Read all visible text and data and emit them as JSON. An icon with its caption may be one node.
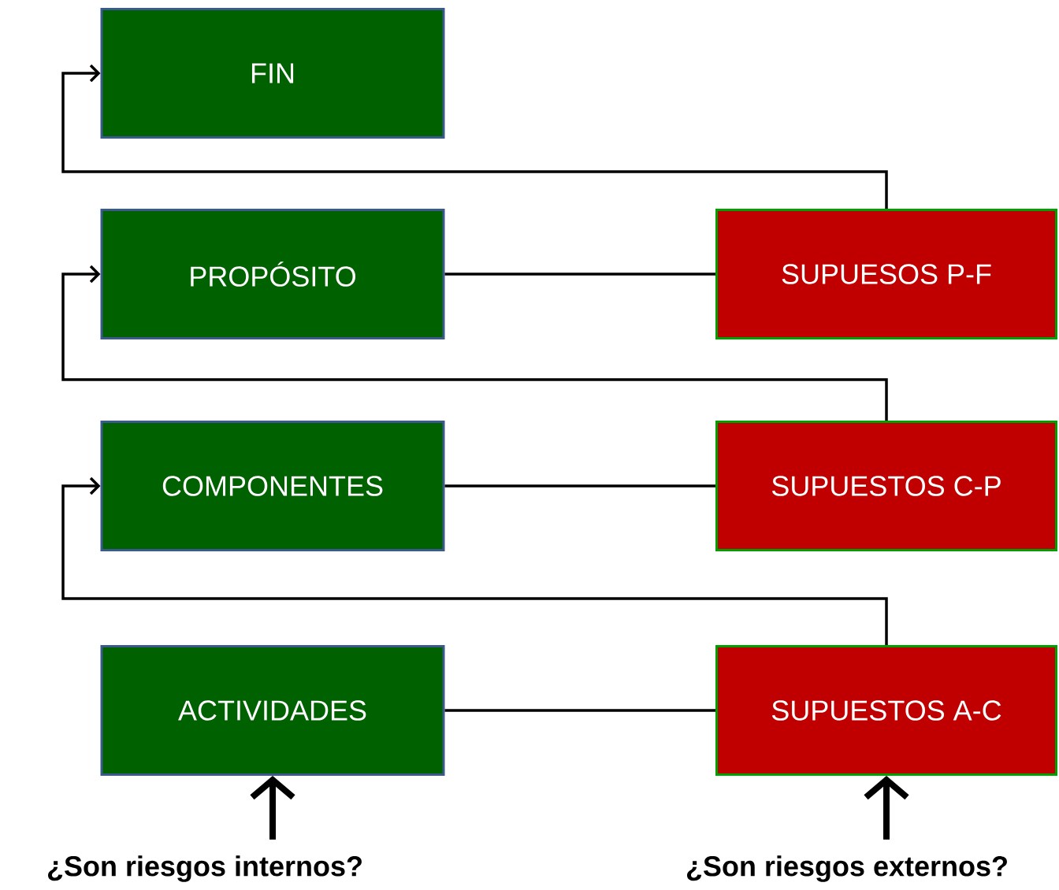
{
  "diagram": {
    "nodes": [
      {
        "text": [
          "FIN"
        ]
      },
      {
        "text": [
          "PROPÓSITO"
        ]
      },
      {
        "text": [
          "SUPUESOS P-F"
        ]
      },
      {
        "text": [
          "COMPONENTES"
        ]
      },
      {
        "text": [
          "SUPUESTOS C-P"
        ]
      },
      {
        "text": [
          "ACTIVIDADES"
        ]
      },
      {
        "text": [
          "SUPUESTOS A-C"
        ]
      },
      {
        "text": [
          "¿Son riesgos internos?"
        ]
      },
      {
        "text": [
          "¿Son riesgos externos?"
        ]
      }
    ],
    "edges": [
      {
        "from": 2,
        "to": 0,
        "arrow": "to"
      },
      {
        "from": 1,
        "to": 2,
        "arrow": "none"
      },
      {
        "from": 4,
        "to": 1,
        "arrow": "to"
      },
      {
        "from": 3,
        "to": 4,
        "arrow": "none"
      },
      {
        "from": 6,
        "to": 3,
        "arrow": "to"
      },
      {
        "from": 5,
        "to": 6,
        "arrow": "none"
      },
      {
        "from": 7,
        "to": 5,
        "arrow": "to",
        "style": "thick"
      },
      {
        "from": 8,
        "to": 6,
        "arrow": "to",
        "style": "thick"
      }
    ]
  }
}
